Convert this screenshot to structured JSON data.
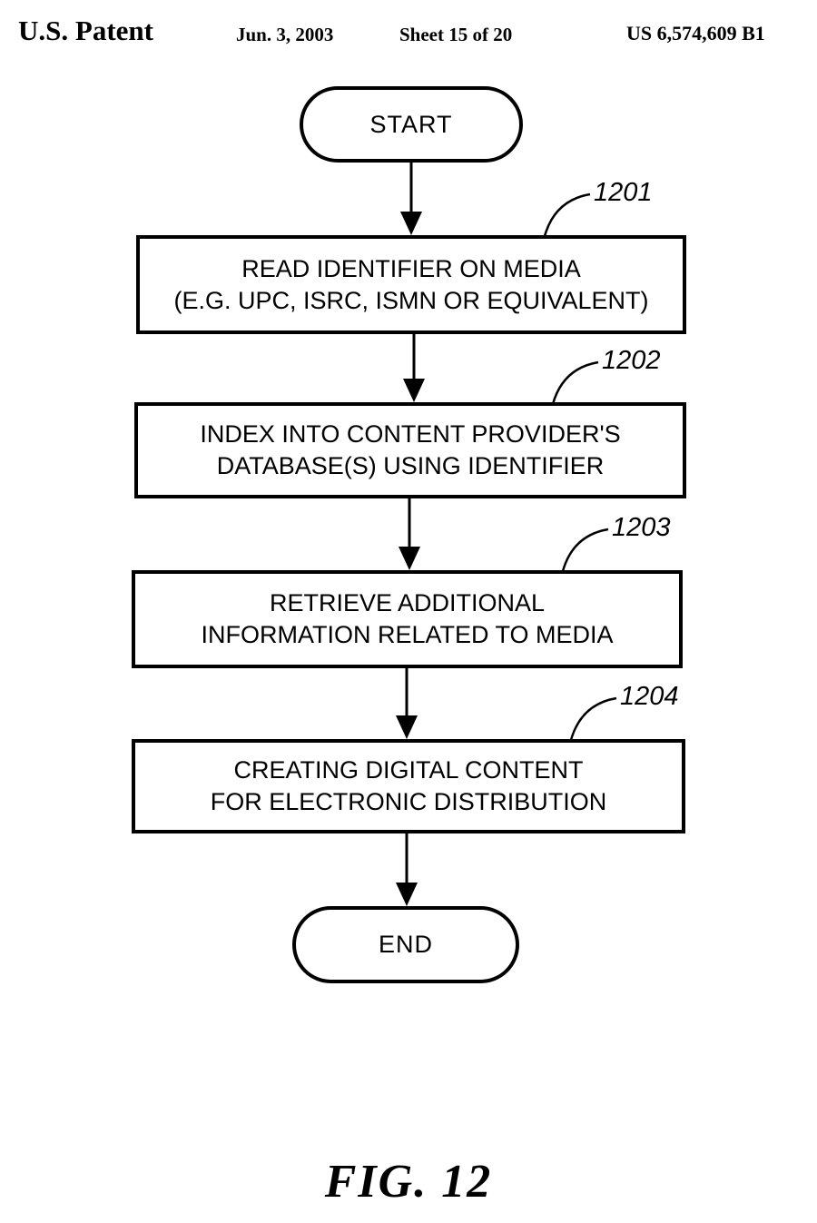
{
  "ink_color": "#000000",
  "background_color": "#ffffff",
  "header": {
    "title": "U.S. Patent",
    "date": "Jun. 3, 2003",
    "sheet": "Sheet 15 of 20",
    "patent_number": "US 6,574,609 B1"
  },
  "flowchart": {
    "start_label": "START",
    "end_label": "END",
    "steps": [
      {
        "ref": "1201",
        "lines": [
          "READ IDENTIFIER ON MEDIA",
          "(E.G. UPC, ISRC, ISMN OR EQUIVALENT)"
        ]
      },
      {
        "ref": "1202",
        "lines": [
          "INDEX INTO CONTENT PROVIDER'S",
          "DATABASE(S) USING IDENTIFIER"
        ]
      },
      {
        "ref": "1203",
        "lines": [
          "RETRIEVE ADDITIONAL",
          "INFORMATION RELATED TO MEDIA"
        ]
      },
      {
        "ref": "1204",
        "lines": [
          "CREATING DIGITAL CONTENT",
          "FOR ELECTRONIC DISTRIBUTION"
        ]
      }
    ]
  },
  "figure_caption": "FIG. 12"
}
